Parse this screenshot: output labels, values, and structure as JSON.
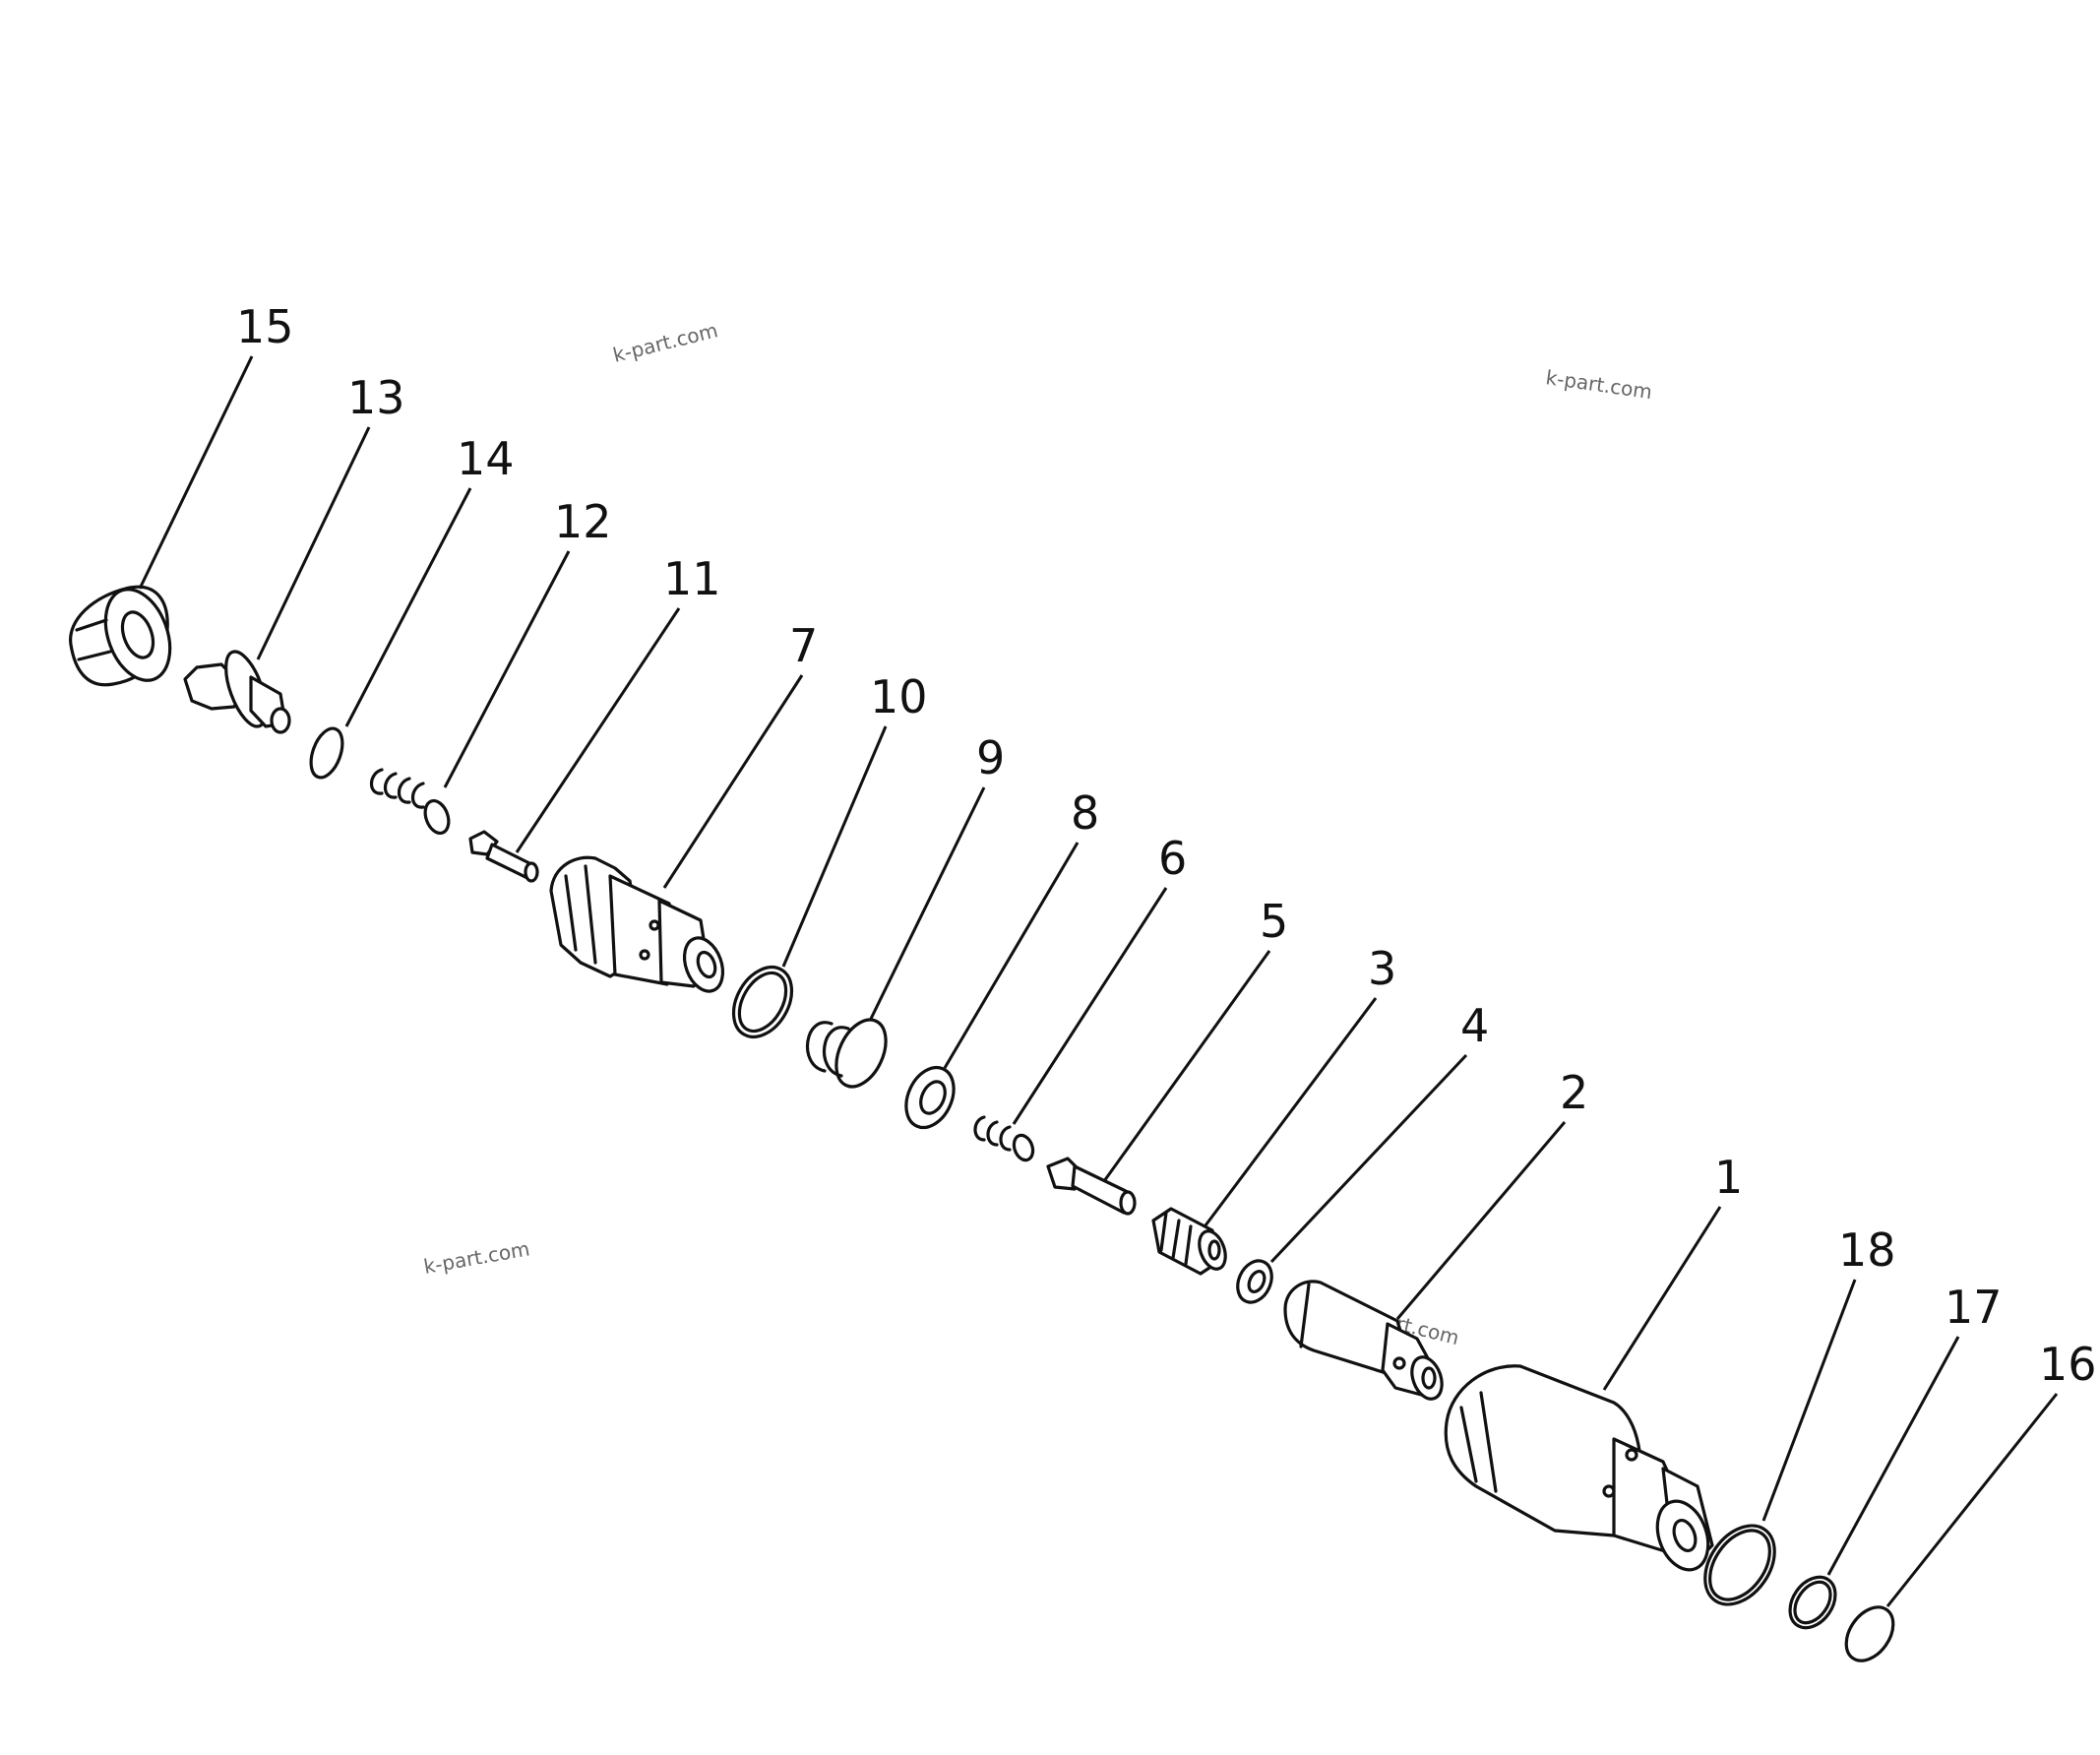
{
  "callouts": [
    {
      "id": "15",
      "label": "15"
    },
    {
      "id": "13",
      "label": "13"
    },
    {
      "id": "14",
      "label": "14"
    },
    {
      "id": "12",
      "label": "12"
    },
    {
      "id": "11",
      "label": "11"
    },
    {
      "id": "7",
      "label": "7"
    },
    {
      "id": "10",
      "label": "10"
    },
    {
      "id": "9",
      "label": "9"
    },
    {
      "id": "8",
      "label": "8"
    },
    {
      "id": "6",
      "label": "6"
    },
    {
      "id": "5",
      "label": "5"
    },
    {
      "id": "3",
      "label": "3"
    },
    {
      "id": "4",
      "label": "4"
    },
    {
      "id": "2",
      "label": "2"
    },
    {
      "id": "1",
      "label": "1"
    },
    {
      "id": "18",
      "label": "18"
    },
    {
      "id": "17",
      "label": "17"
    },
    {
      "id": "16",
      "label": "16"
    }
  ],
  "watermarks": [
    "k-part.com",
    "k-part.com",
    "k-part.com",
    "k-part.com"
  ]
}
